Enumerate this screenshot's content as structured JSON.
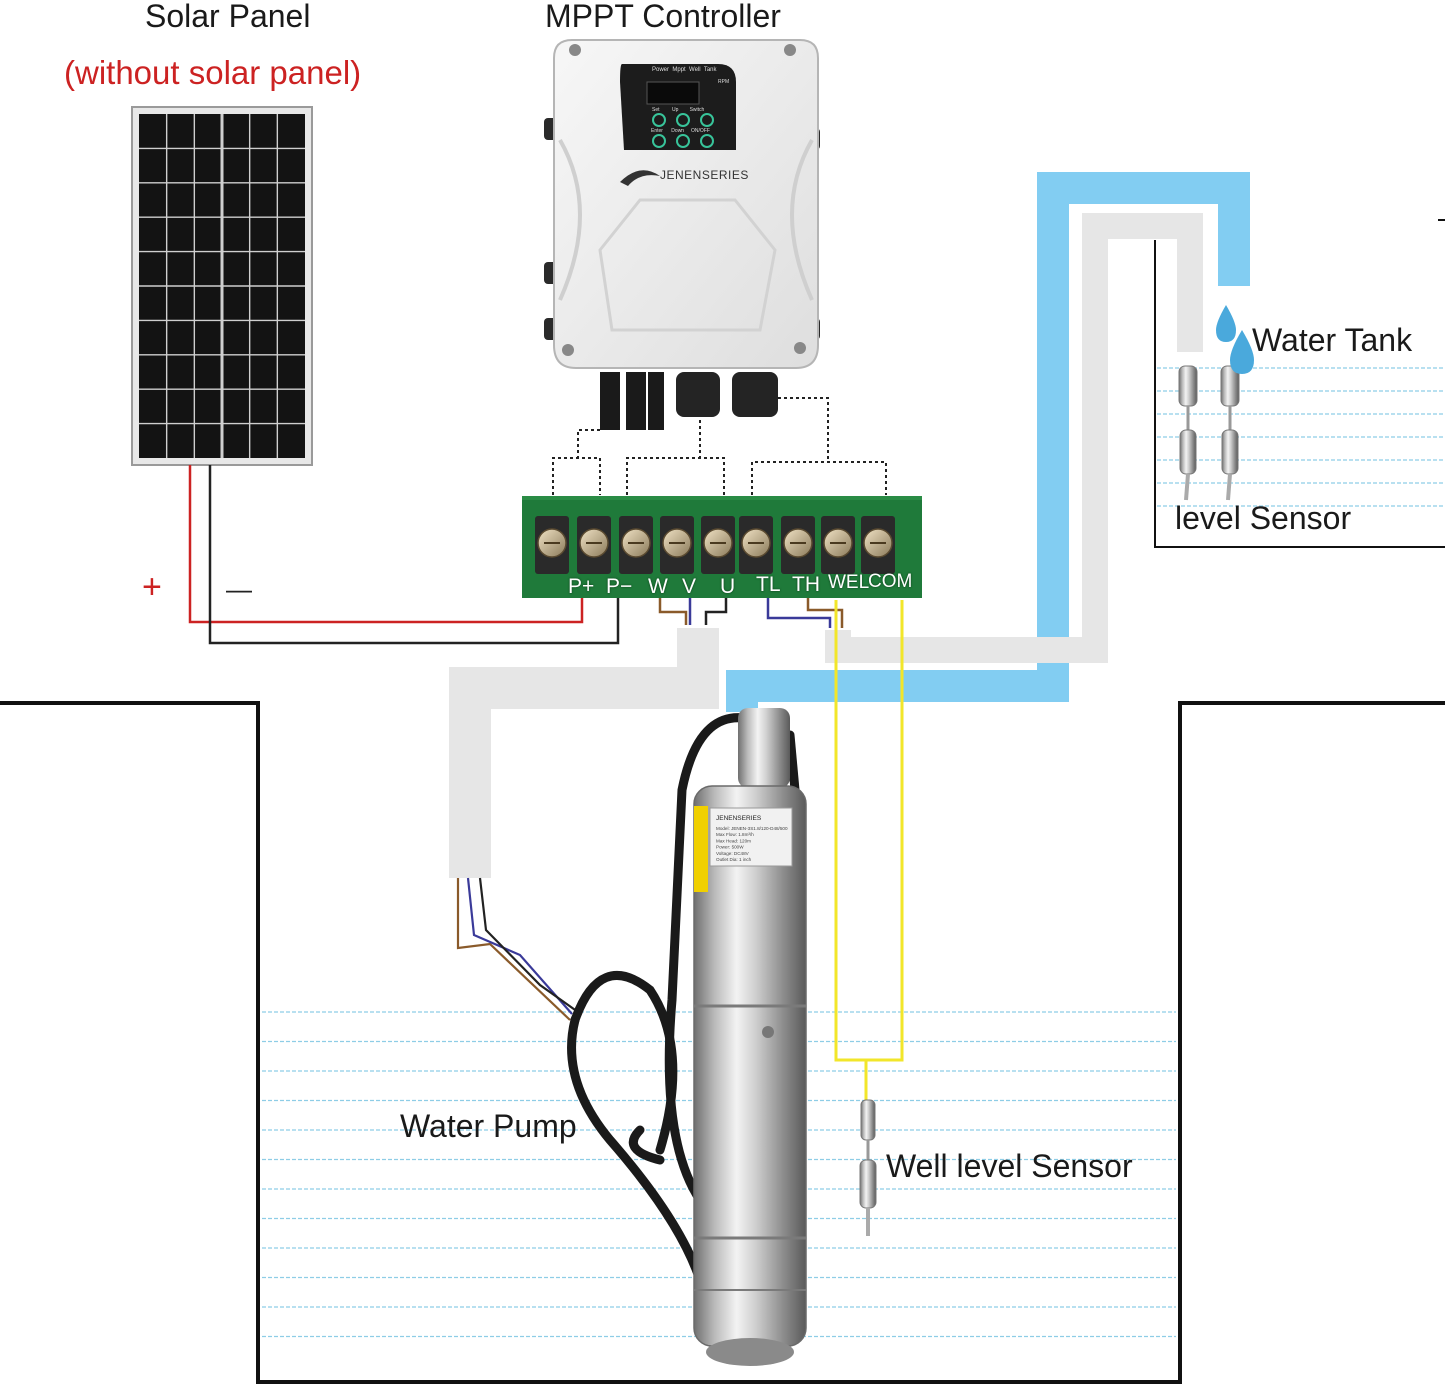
{
  "labels": {
    "solar_panel": "Solar Panel",
    "without_panel": "(without solar panel)",
    "controller": "MPPT Controller",
    "water_tank": "Water Tank",
    "level_sensor": "level Sensor",
    "water_pump": "Water Pump",
    "well_sensor": "Well level Sensor",
    "plus": "+",
    "minus": "—"
  },
  "controller": {
    "brand": "JENENSERIES",
    "panel_top_labels": [
      "Power",
      "Mppt",
      "Well",
      "Tank",
      "RPM"
    ],
    "button_labels": [
      "Set",
      "Up",
      "Switch",
      "Enter",
      "Down",
      "ON/OFF"
    ]
  },
  "terminals": [
    "P+",
    "P−",
    "W",
    "V",
    "U",
    "TL",
    "TH",
    "WEL",
    "COM"
  ],
  "pump": {
    "brand": "JENENSERIES",
    "spec_lines": [
      "Model: JENEN-3S1.8/120-D48/500",
      "Max Flow: 1.8m³/h",
      "Max Head: 120m",
      "Power: 500W",
      "Voltage: DC48V",
      "Outlet Dia: 1 inch"
    ]
  },
  "colors": {
    "positive_wire": "#cc2222",
    "negative_wire": "#222222",
    "sensor_wire": "#f2e62a",
    "water_pipe": "#82cdf2",
    "cable_conduit": "#e6e6e6",
    "water_lines": "#8ecde6",
    "board": "#1f7a3a",
    "label_red": "#cc2222"
  },
  "icons": [
    "solar-panel-icon",
    "controller-icon",
    "water-drop-icon",
    "float-switch-icon",
    "pump-icon"
  ]
}
